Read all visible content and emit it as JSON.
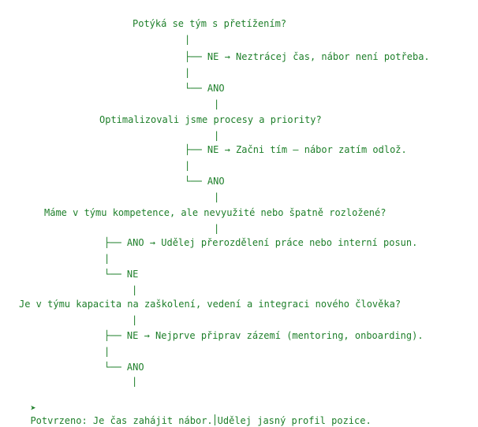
{
  "flow": {
    "q1": {
      "question": "Potýká se tým s přetížením?",
      "pipe": "|",
      "no_branch": "├── NE → Neztrácej čas, nábor není potřeba.",
      "pipe2": "|",
      "yes_branch": "└── ANO",
      "down": "|"
    },
    "q2": {
      "question": "Optimalizovali jsme procesy a priority?",
      "pipe": "|",
      "no_branch": "├── NE → Začni tím – nábor zatím odlož.",
      "pipe2": "|",
      "yes_branch": "└── ANO",
      "down": "|"
    },
    "q3": {
      "question": "Máme v týmu kompetence, ale nevyužité nebo špatně rozložené?",
      "pipe": "|",
      "yes_branch": "├── ANO → Udělej přerozdělení práce nebo interní posun.",
      "pipe2": "|",
      "no_branch": "└── NE",
      "down": "|"
    },
    "q4": {
      "question": "Je v týmu kapacita na zaškolení, vedení a integraci nového člověka?",
      "pipe": "|",
      "no_branch": "├── NE → Nejprve připrav zázemí (mentoring, onboarding).",
      "pipe2": "|",
      "yes_branch": "└── ANO",
      "down": "|"
    },
    "result": {
      "arrow": "➤",
      "text_before": "Potvrzeno: Je čas zahájit nábor.",
      "text_after": "Udělej jasný profil pozice."
    }
  },
  "colors": {
    "text": "#1e7f2a",
    "background": "#ffffff"
  }
}
